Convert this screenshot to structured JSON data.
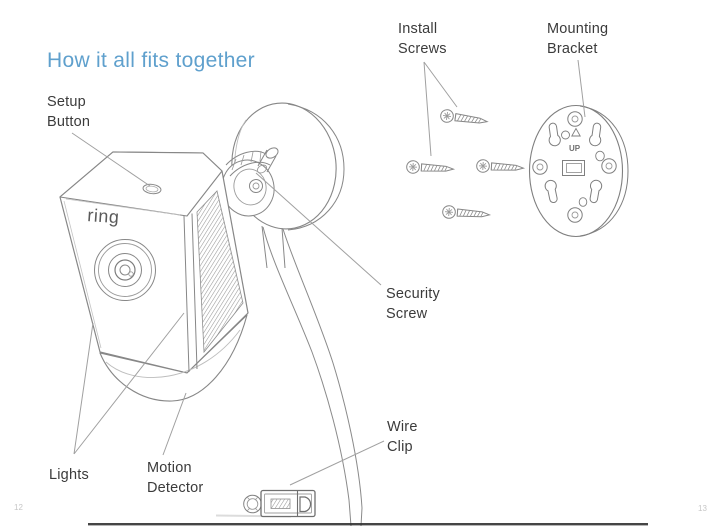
{
  "page": {
    "title": "How it all fits together",
    "page_number_left": "12",
    "page_number_right": "13",
    "colors": {
      "title": "#5fa0cd",
      "label_text": "#3b3b3b",
      "line_art": "#878787",
      "leader_line": "#a0a0a0",
      "page_number": "#c6c6c6",
      "background": "#ffffff"
    }
  },
  "diagram": {
    "device_logo": "ring",
    "bracket_marking": "UP",
    "labels": {
      "setup_button": [
        "Setup",
        "Button"
      ],
      "install_screws": [
        "Install",
        "Screws"
      ],
      "mounting_bracket": [
        "Mounting",
        "Bracket"
      ],
      "security_screw": [
        "Security",
        "Screw"
      ],
      "wire_clip": [
        "Wire",
        "Clip"
      ],
      "lights": [
        "Lights"
      ],
      "motion_detector": [
        "Motion",
        "Detector"
      ]
    }
  }
}
